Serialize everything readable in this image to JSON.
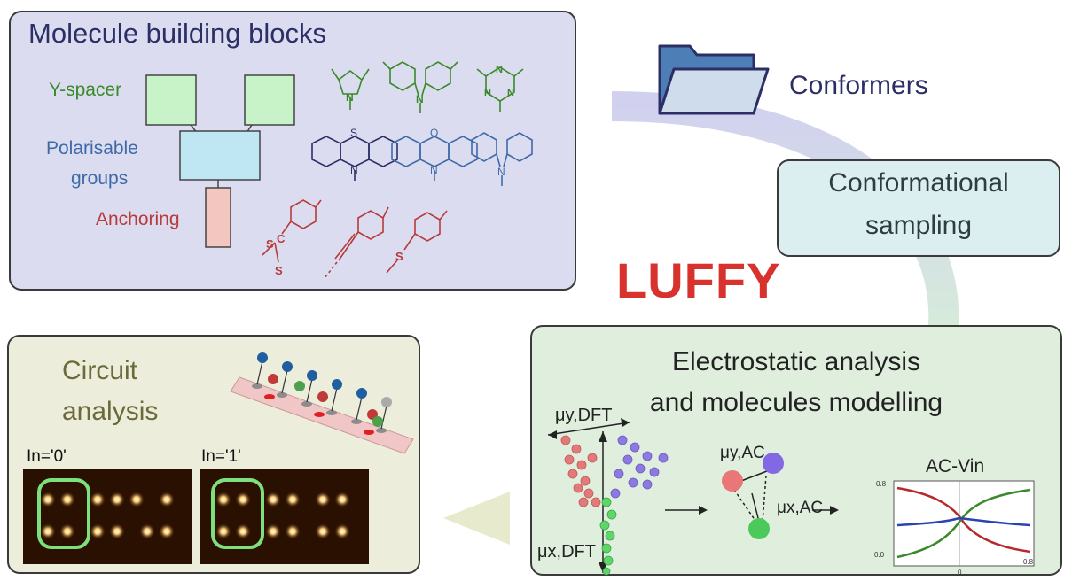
{
  "building_blocks": {
    "title": "Molecule building blocks",
    "y_spacer": "Y-spacer",
    "polarisable_line1": "Polarisable",
    "polarisable_line2": "groups",
    "anchoring": "Anchoring",
    "atom_N": "N",
    "atom_S": "S",
    "atom_O": "O",
    "atom_C": "C"
  },
  "conformers": {
    "label": "Conformers"
  },
  "conformational": {
    "line1": "Conformational",
    "line2": "sampling"
  },
  "center": {
    "label": "LUFFY"
  },
  "electrostatic": {
    "line1": "Electrostatic analysis",
    "line2": "and molecules modelling",
    "mu_y_dft": "μy,DFT",
    "mu_x_dft": "μx,DFT",
    "mu_y_ac": "μy,AC",
    "mu_x_ac": "μx,AC",
    "ac_title": "AC-Vin",
    "tick_08": "0.8",
    "tick_00": "0.0",
    "tick_0": "0",
    "tick_x08": "0.8"
  },
  "circuit": {
    "line1": "Circuit",
    "line2": "analysis",
    "in0": "In='0'",
    "in1": "In='1'"
  },
  "colors": {
    "green": "#3a8a2a",
    "blue": "#3e6aa8",
    "red": "#b83a3a",
    "navy": "#2b2f66",
    "luffy": "#d8322e"
  }
}
